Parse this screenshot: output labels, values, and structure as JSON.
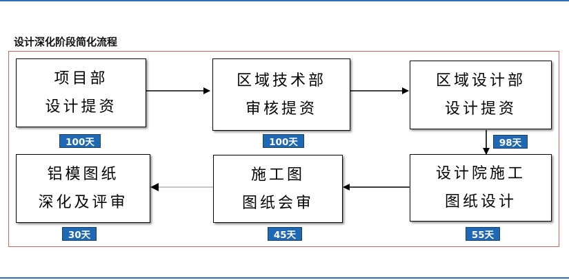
{
  "title": "设计深化阶段简化流程",
  "colors": {
    "accent_rule": "#2f6fbf",
    "frame_border": "#e06060",
    "badge_bg": "#1f68b3",
    "arrow": "#000000",
    "weak_arrow": "#8a8a8a"
  },
  "steps": [
    {
      "line1": "项目部",
      "line2": "设计提资",
      "days": "100天"
    },
    {
      "line1": "区域技术部",
      "line2": "审核提资",
      "days": "100天"
    },
    {
      "line1": "区域设计部",
      "line2": "设计提资",
      "days": "98天"
    },
    {
      "line1": "设计院施工",
      "line2": "图纸设计",
      "days": "55天"
    },
    {
      "line1": "施工图",
      "line2": "图纸会审",
      "days": "45天"
    },
    {
      "line1": "铝模图纸",
      "line2": "深化及评审",
      "days": "30天"
    }
  ]
}
